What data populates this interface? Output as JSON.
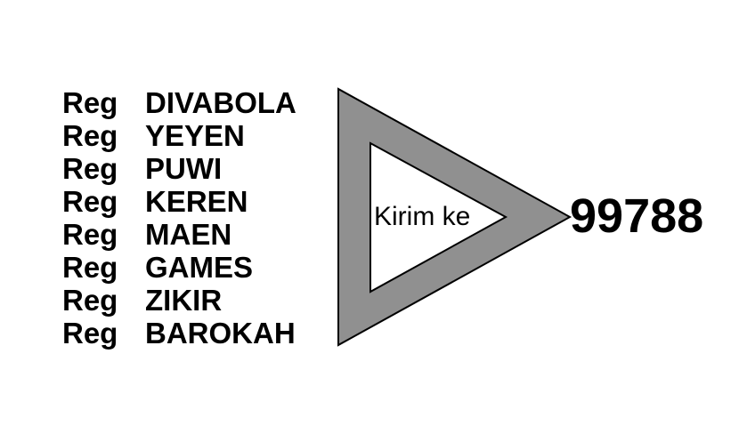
{
  "keywords": [
    {
      "prefix": "Reg",
      "name": "DIVABOLA"
    },
    {
      "prefix": "Reg",
      "name": "YEYEN"
    },
    {
      "prefix": "Reg",
      "name": "PUWI"
    },
    {
      "prefix": "Reg",
      "name": "KEREN"
    },
    {
      "prefix": "Reg",
      "name": "MAEN"
    },
    {
      "prefix": "Reg",
      "name": "GAMES"
    },
    {
      "prefix": "Reg",
      "name": "ZIKIR"
    },
    {
      "prefix": "Reg",
      "name": "BAROKAH"
    }
  ],
  "arrow": {
    "label": "Kirim ke",
    "fill_color": "#909090",
    "inner_color": "#ffffff"
  },
  "short_code": "99788"
}
